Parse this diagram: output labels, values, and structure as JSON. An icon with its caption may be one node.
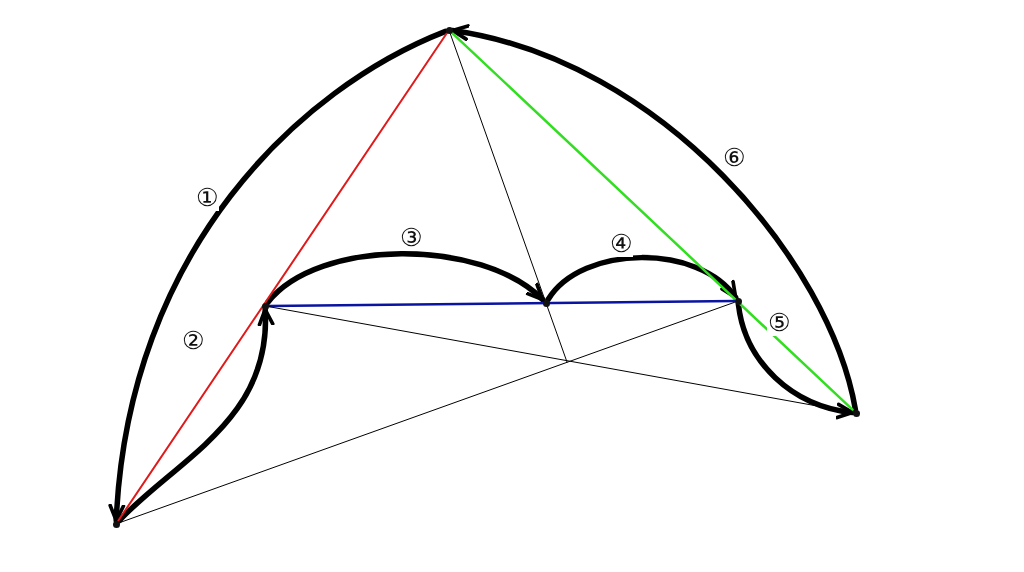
{
  "diagram": {
    "nodes": [
      {
        "text": [],
        "shape": "point"
      },
      {
        "text": [],
        "shape": "point"
      },
      {
        "text": [],
        "shape": "point"
      },
      {
        "text": [],
        "shape": "point"
      },
      {
        "text": [],
        "shape": "point"
      },
      {
        "text": [],
        "shape": "point"
      }
    ],
    "edges": [
      {
        "from": 0,
        "to": 1,
        "arrow": "to",
        "label": "①",
        "style": "thick"
      },
      {
        "from": 1,
        "to": 2,
        "arrow": "to",
        "label": "②",
        "style": "thick"
      },
      {
        "from": 2,
        "to": 3,
        "arrow": "to",
        "label": "③",
        "style": "thick"
      },
      {
        "from": 3,
        "to": 4,
        "arrow": "to",
        "label": "④",
        "style": "thick"
      },
      {
        "from": 4,
        "to": 5,
        "arrow": "to",
        "label": "⑤",
        "style": "thick"
      },
      {
        "from": 5,
        "to": 0,
        "arrow": "to",
        "label": "⑥",
        "style": "thick"
      },
      {
        "from": 0,
        "to": 1,
        "arrow": "none",
        "color": "#e01a1a"
      },
      {
        "from": 0,
        "to": 5,
        "arrow": "none",
        "color": "#33dd22"
      },
      {
        "from": 2,
        "to": 4,
        "arrow": "none",
        "color": "#0a14a0"
      },
      {
        "from": 0,
        "to": null,
        "arrow": "none"
      },
      {
        "from": 2,
        "to": 5,
        "arrow": "none"
      },
      {
        "from": 1,
        "to": 4,
        "arrow": "none"
      }
    ]
  }
}
